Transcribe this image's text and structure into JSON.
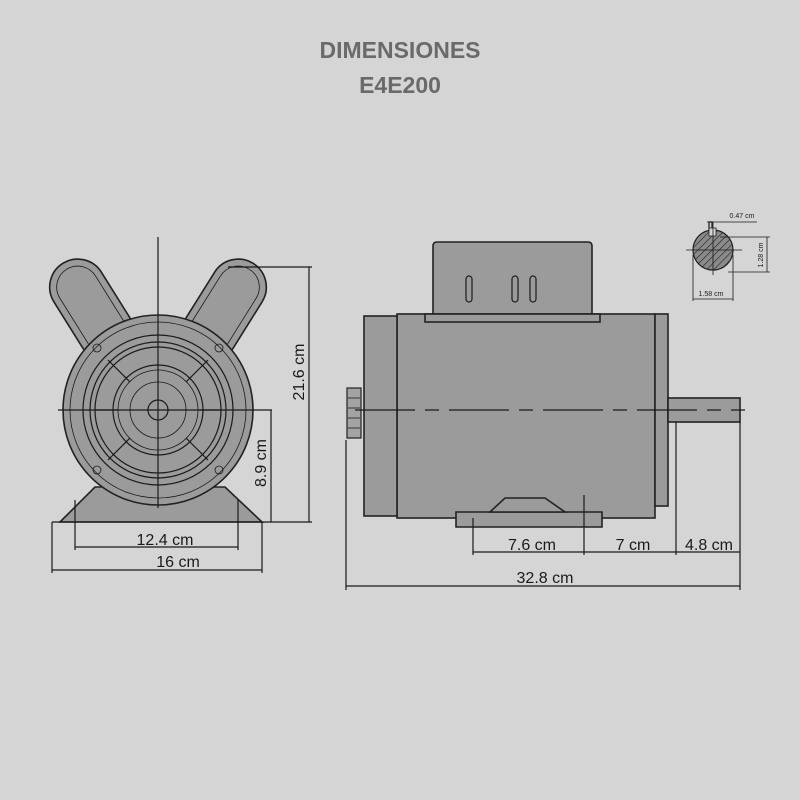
{
  "title": {
    "line1": "DIMENSIONES",
    "line2": "E4E200"
  },
  "front_view": {
    "height_total": "21.6 cm",
    "shaft_height": "8.9 cm",
    "base_hole_spacing": "12.4 cm",
    "base_width": "16 cm"
  },
  "side_view": {
    "foot_holes": "7.6 cm",
    "foot_to_shoulder": "7 cm",
    "shaft_length": "4.8 cm",
    "total_length": "32.8 cm"
  },
  "shaft_section": {
    "key_width": "0.47 cm",
    "flat_height": "1.28 cm",
    "diameter": "1.58 cm"
  },
  "colors": {
    "background": "#d5d5d5",
    "part": "#9b9b9b",
    "title": "#6a6a6a"
  }
}
